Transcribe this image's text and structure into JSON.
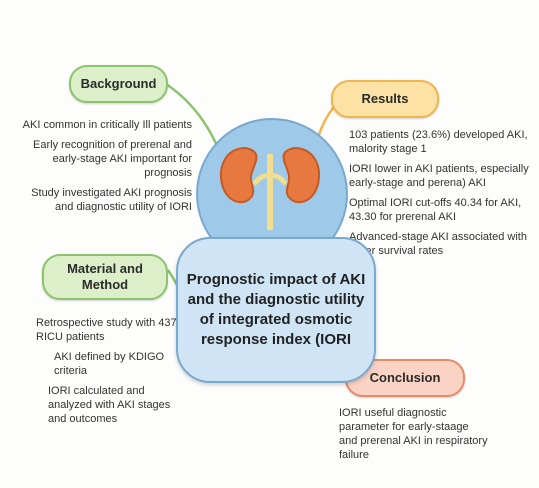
{
  "center": {
    "title": "Prognostic impact of AKI and the diagnostic utility of integrated osmotic response index (IORI"
  },
  "icons": {
    "kidney": "kidneys-icon"
  },
  "colors": {
    "background": "#dcefc9",
    "results": "#fde2a6",
    "conclusion": "#fbd3c4",
    "center": "#cfe4f4",
    "kidney": "#e7783f",
    "ureter": "#f3dd8e"
  },
  "background": {
    "label": "Background",
    "items": [
      "AKI common in critically Ill patients",
      "Early recognition of prerenal and early-stage AKI important for prognosis",
      "Study investigated AKI prognosis and diagnostic utility of IORI"
    ]
  },
  "method": {
    "label": "Material and Method",
    "items": [
      "Retrospective study with 437 RICU patients",
      "AKI defined by KDIGO criteria",
      "IORI calculated and analyzed with AKI stages and outcomes"
    ]
  },
  "results": {
    "label": "Results",
    "items": [
      "103 patients (23.6%) developed AKI, malority stage 1",
      "IORI lower in AKI patients, especially early-stage and perena) AKI",
      "Optimal IORI cut-offs 40.34 for AKI, 43.30 for prerenal AKI",
      "Advanced-stage AKI associated with lower survival rates"
    ]
  },
  "conclusion": {
    "label": "Conclusion",
    "items": [
      "IORI useful diagnostic parameter for early-staage and prerenal AKI in respiratory failure"
    ]
  }
}
